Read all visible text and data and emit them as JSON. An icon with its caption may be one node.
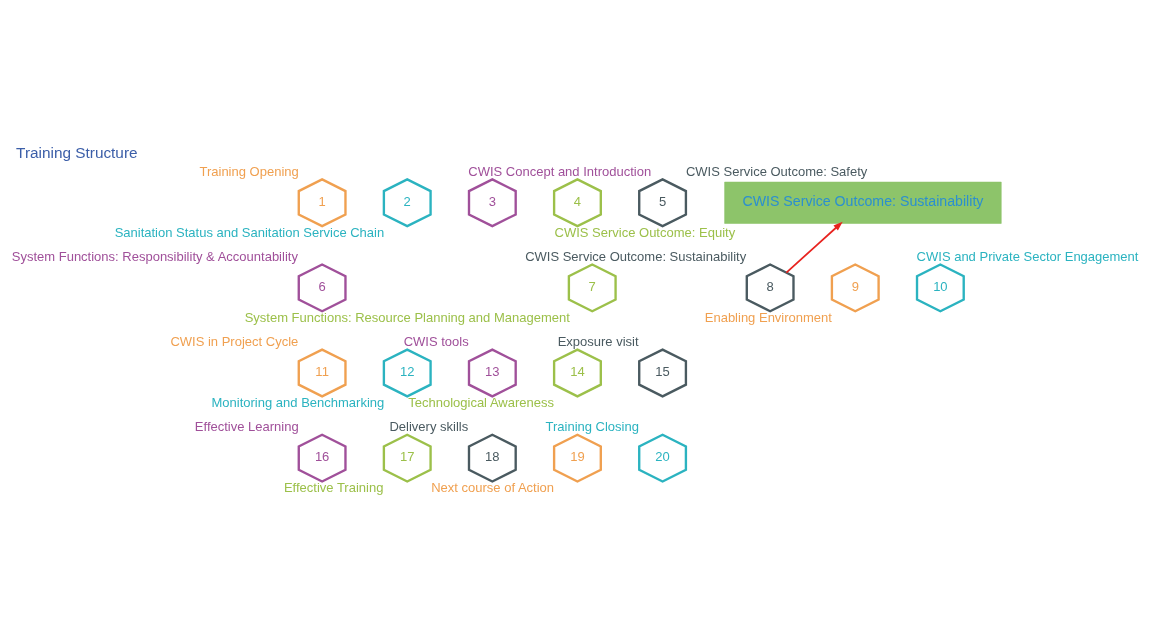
{
  "diagram": {
    "title": "Training Structure",
    "nodes": [
      {
        "text": [
          "1"
        ],
        "beside": [
          "Training Opening"
        ]
      },
      {
        "text": [
          "2"
        ],
        "beside": [
          "Sanitation Status and Sanitation Service Chain"
        ]
      },
      {
        "text": [
          "3"
        ],
        "beside": [
          "CWIS Concept and Introduction"
        ]
      },
      {
        "text": [
          "4"
        ],
        "beside": [
          "CWIS Service Outcome: Equity"
        ]
      },
      {
        "text": [
          "5"
        ],
        "beside": [
          "CWIS Service Outcome: Safety"
        ]
      },
      {
        "text": [
          "6"
        ],
        "beside": [
          "System Functions: Responsibility & Accountability"
        ]
      },
      {
        "text": [
          "7"
        ],
        "beside": [
          "System Functions: Resource Planning and Management"
        ]
      },
      {
        "text": [
          "8"
        ],
        "beside": [
          "CWIS Service Outcome: Sustainability"
        ]
      },
      {
        "text": [
          "9"
        ],
        "beside": [
          "Enabling Environment"
        ]
      },
      {
        "text": [
          "10"
        ],
        "beside": [
          "CWIS and Private Sector Engagement"
        ]
      },
      {
        "text": [
          "CWIS Service Outcome: Sustainability"
        ]
      },
      {
        "text": [
          "11"
        ],
        "beside": [
          "CWIS in Project Cycle"
        ]
      },
      {
        "text": [
          "12"
        ],
        "beside": [
          "Monitoring and Benchmarking"
        ]
      },
      {
        "text": [
          "13"
        ],
        "beside": [
          "CWIS tools"
        ]
      },
      {
        "text": [
          "14"
        ],
        "beside": [
          "Technological Awareness"
        ]
      },
      {
        "text": [
          "15"
        ],
        "beside": [
          "Exposure visit"
        ]
      },
      {
        "text": [
          "16"
        ],
        "beside": [
          "Effective Learning"
        ]
      },
      {
        "text": [
          "17"
        ],
        "beside": [
          "Effective Training"
        ]
      },
      {
        "text": [
          "18"
        ],
        "beside": [
          "Delivery skills"
        ]
      },
      {
        "text": [
          "19"
        ],
        "beside": [
          "Next course of Action"
        ]
      },
      {
        "text": [
          "20"
        ],
        "beside": [
          "Training Closing"
        ]
      }
    ],
    "edges": [
      {
        "from": 7,
        "to": 10,
        "arrow": "to",
        "color": "#e8231f"
      }
    ]
  }
}
